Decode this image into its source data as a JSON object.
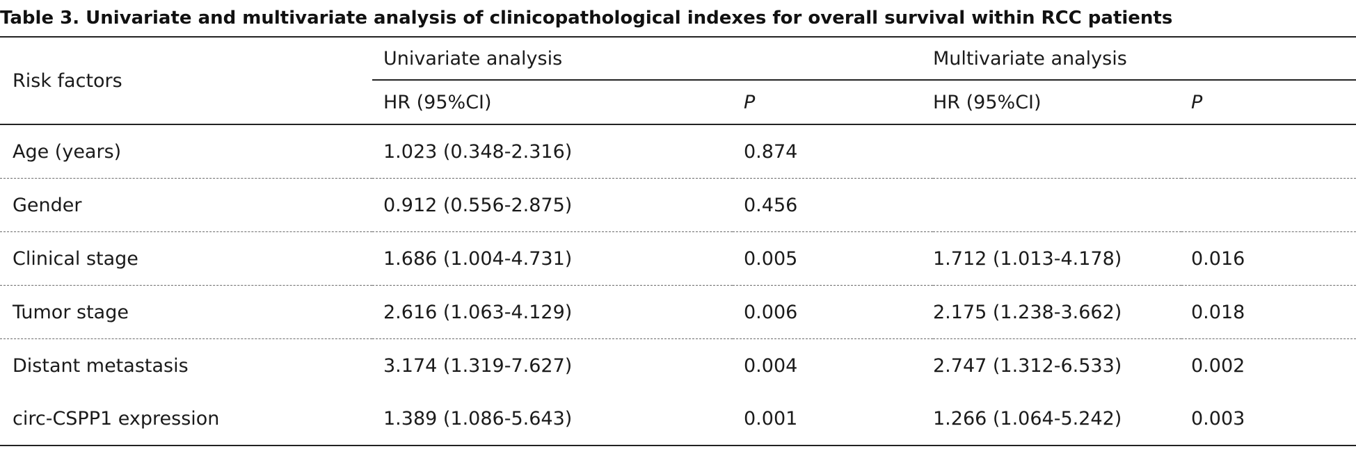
{
  "caption": "Table 3. Univariate and multivariate analysis of clinicopathological indexes for overall survival within RCC patients",
  "header": {
    "risk_factors": "Risk factors",
    "univariate": "Univariate analysis",
    "multivariate": "Multivariate analysis",
    "hr_label": "HR (95%CI)",
    "p_label": "P"
  },
  "rows": [
    {
      "factor": "Age (years)",
      "uni_hr": "1.023 (0.348-2.316)",
      "uni_p": "0.874",
      "multi_hr": "",
      "multi_p": ""
    },
    {
      "factor": "Gender",
      "uni_hr": "0.912 (0.556-2.875)",
      "uni_p": "0.456",
      "multi_hr": "",
      "multi_p": ""
    },
    {
      "factor": "Clinical stage",
      "uni_hr": "1.686 (1.004-4.731)",
      "uni_p": "0.005",
      "multi_hr": "1.712 (1.013-4.178)",
      "multi_p": "0.016"
    },
    {
      "factor": "Tumor stage",
      "uni_hr": "2.616 (1.063-4.129)",
      "uni_p": "0.006",
      "multi_hr": "2.175 (1.238-3.662)",
      "multi_p": "0.018"
    },
    {
      "factor": "Distant metastasis",
      "uni_hr": "3.174 (1.319-7.627)",
      "uni_p": "0.004",
      "multi_hr": "2.747 (1.312-6.533)",
      "multi_p": "0.002"
    },
    {
      "factor": "circ-CSPP1 expression",
      "uni_hr": "1.389 (1.086-5.643)",
      "uni_p": "0.001",
      "multi_hr": "1.266 (1.064-5.242)",
      "multi_p": "0.003"
    }
  ]
}
